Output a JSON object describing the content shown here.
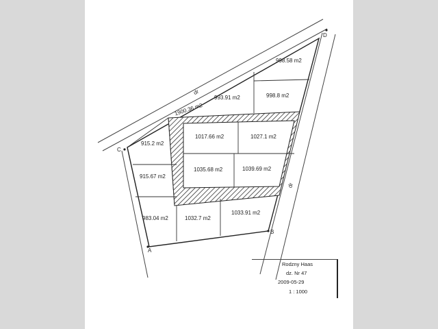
{
  "plots": {
    "p1": "998.58 m2",
    "p2": "993.91 m2",
    "p3": "998.8 m2",
    "p4": "1017.66 m2",
    "p5": "1027.1 m2",
    "p6": "915.2 m2",
    "p7": "1035.68 m2",
    "p8": "1039.69 m2",
    "p9": "915.67 m2",
    "p10": "983.04 m2",
    "p11": "1032.7 m2",
    "p12": "1033.91 m2"
  },
  "road_area": "1900.36 m2",
  "roads": {
    "top": "dr",
    "right": "dr"
  },
  "corners": {
    "a": "A",
    "b": "B",
    "c": "C",
    "d": "D"
  },
  "title_block": {
    "place": "Rodzny Haas",
    "parcel": "dz. Nr 47",
    "date": "2009-05-29",
    "scale": "1 : 1000"
  }
}
